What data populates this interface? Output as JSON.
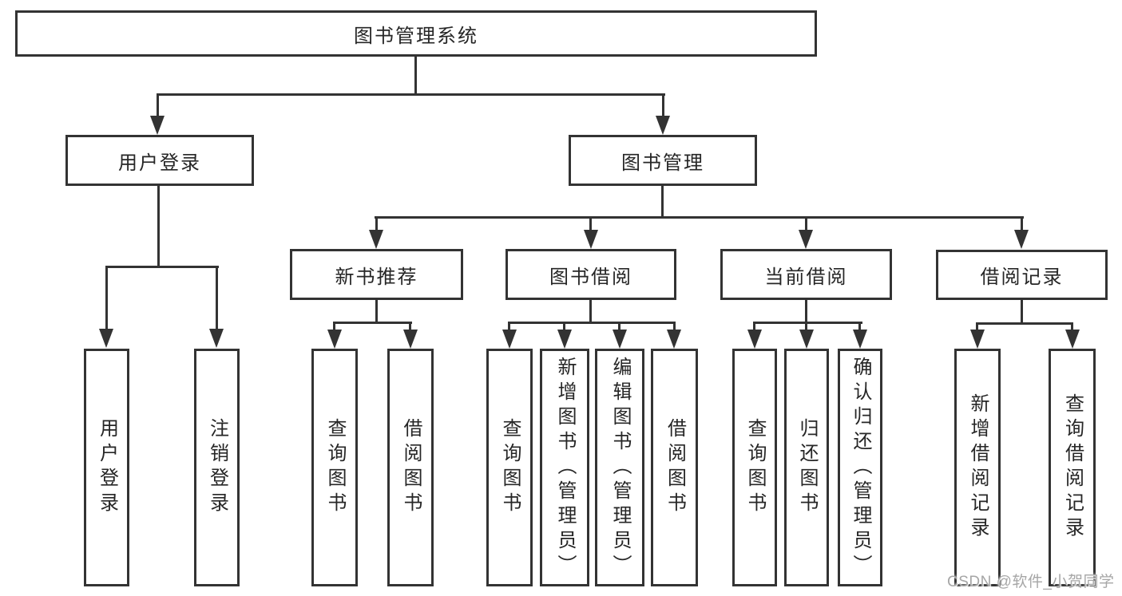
{
  "title": "图书管理系统",
  "level2": [
    {
      "label": "用户登录"
    },
    {
      "label": "图书管理"
    }
  ],
  "level3": [
    {
      "label": "新书推荐"
    },
    {
      "label": "图书借阅"
    },
    {
      "label": "当前借阅"
    },
    {
      "label": "借阅记录"
    }
  ],
  "leaves": {
    "user": [
      "用户登录",
      "注销登录"
    ],
    "recommend": [
      "查询图书",
      "借阅图书"
    ],
    "borrow": [
      "查询图书",
      "新增图书（管理员）",
      "编辑图书（管理员）",
      "借阅图书"
    ],
    "current": [
      "查询图书",
      "归还图书",
      "确认归还（管理员）"
    ],
    "records": [
      "新增借阅记录",
      "查询借阅记录"
    ]
  },
  "watermark": "CSDN @软件_小贺同学",
  "colors": {
    "line": "#333333",
    "text": "#262626",
    "watermark": "#a6a6a6",
    "background": "#ffffff"
  }
}
